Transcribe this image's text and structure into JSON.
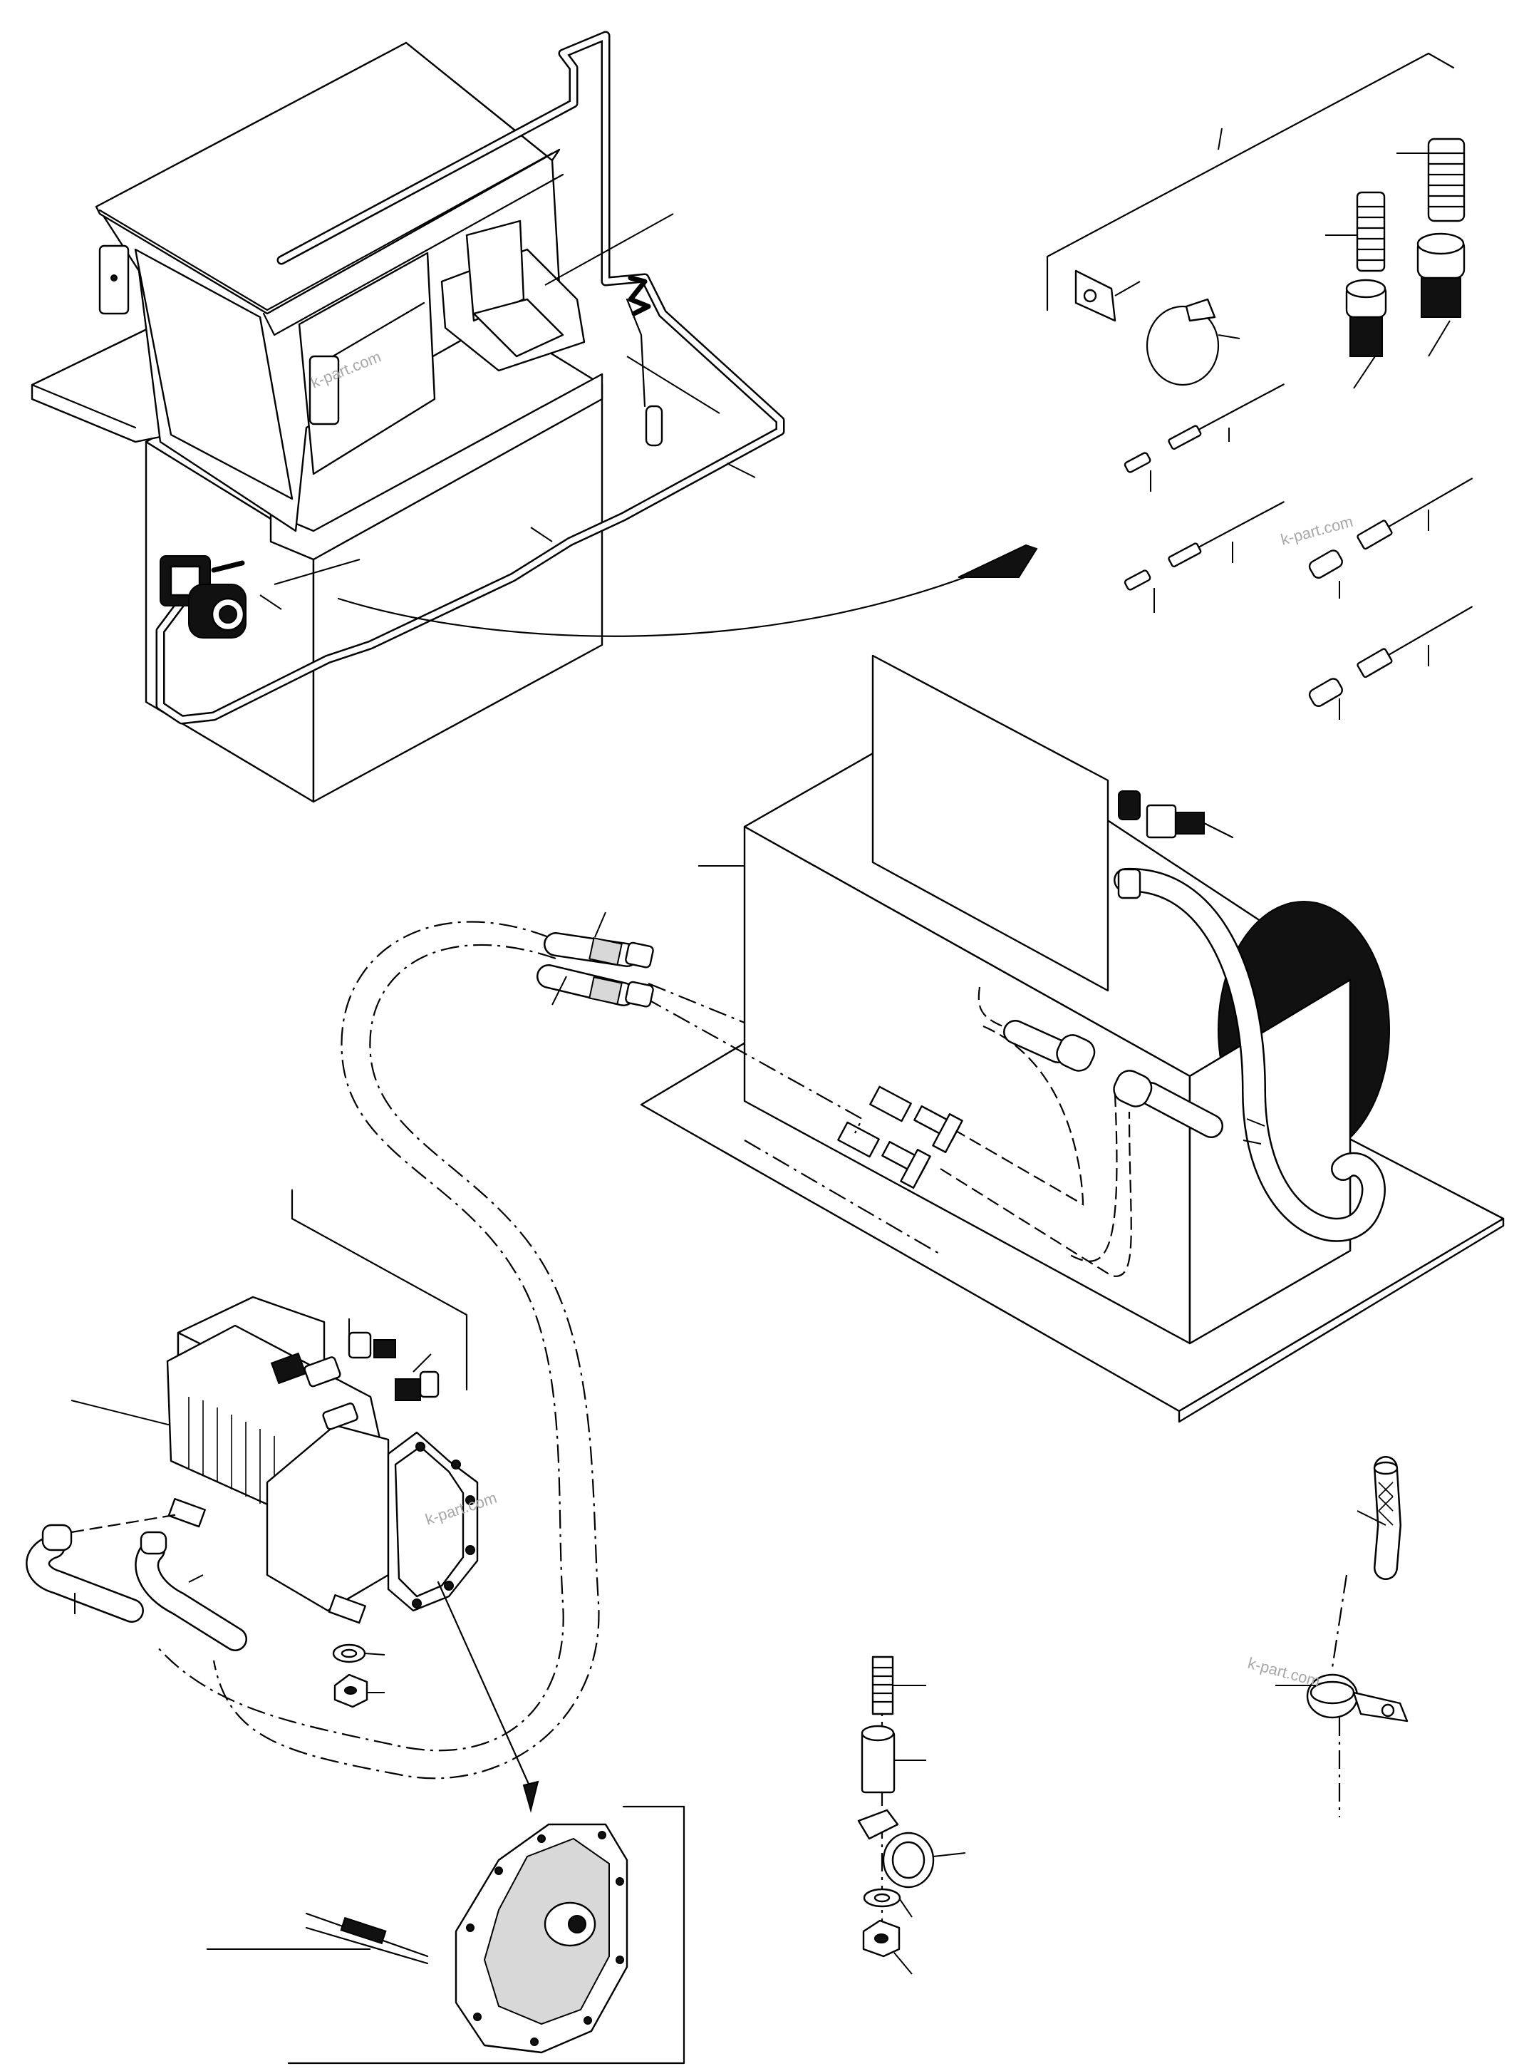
{
  "watermarks": [
    "k-part.com",
    "k-part.com",
    "k-part.com",
    "k-part.com"
  ],
  "colors": {
    "line": "#000000",
    "background": "#ffffff",
    "watermark": "#a8a8a8"
  }
}
